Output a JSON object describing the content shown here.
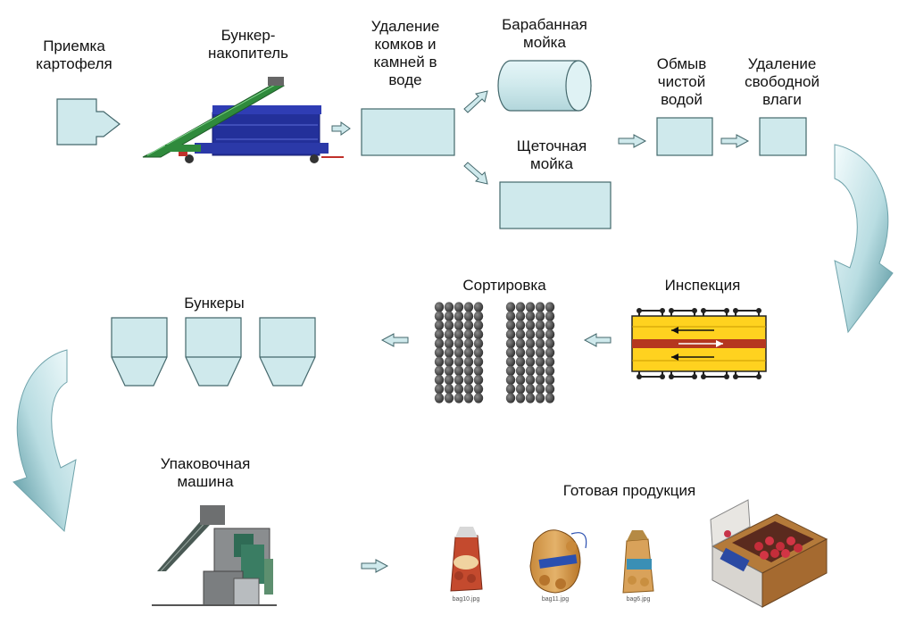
{
  "colors": {
    "box_fill": "#cfe9ec",
    "box_stroke": "#44686c",
    "flow_gradient_start": "#f2fbfc",
    "flow_gradient_end": "#5a9aa4",
    "belt_yellow": "#ffd21f",
    "belt_red": "#b5371f",
    "potato_dark": "#3c3c3c",
    "hopper_blue": "#23309a",
    "conveyor_green": "#2f8a3c",
    "box_red": "#c7344a"
  },
  "labels": {
    "reception": "Приемка\nкартофеля",
    "bunker": "Бункер-\nнакопитель",
    "removal_water": "Удаление\nкомков и\nкамней в\nводе",
    "drum_wash": "Барабанная\nмойка",
    "brush_wash": "Щеточная\nмойка",
    "clean_rinse": "Обмыв\nчистой\nводой",
    "free_moisture": "Удаление\nсвободной\nвлаги",
    "inspection": "Инспекция",
    "sorting": "Сортировка",
    "bunkers": "Бункеры",
    "packing": "Упаковочная\nмашина",
    "finished": "Готовая продукция"
  },
  "product_captions": [
    "bag10.jpg",
    "bag11.jpg",
    "bag6.jpg"
  ]
}
